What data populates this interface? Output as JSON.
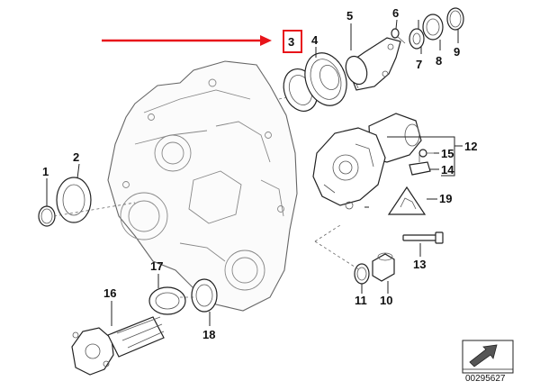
{
  "diagram": {
    "callouts": [
      {
        "id": "1",
        "label": "1"
      },
      {
        "id": "2",
        "label": "2"
      },
      {
        "id": "3",
        "label": "3"
      },
      {
        "id": "4",
        "label": "4"
      },
      {
        "id": "5",
        "label": "5"
      },
      {
        "id": "6",
        "label": "6"
      },
      {
        "id": "7",
        "label": "7"
      },
      {
        "id": "8",
        "label": "8"
      },
      {
        "id": "9",
        "label": "9"
      },
      {
        "id": "10",
        "label": "10"
      },
      {
        "id": "11",
        "label": "11"
      },
      {
        "id": "12",
        "label": "12"
      },
      {
        "id": "13",
        "label": "13"
      },
      {
        "id": "14",
        "label": "14"
      },
      {
        "id": "15",
        "label": "15"
      },
      {
        "id": "16",
        "label": "16"
      },
      {
        "id": "17",
        "label": "17"
      },
      {
        "id": "18",
        "label": "18"
      },
      {
        "id": "19",
        "label": "19"
      }
    ],
    "highlight": {
      "part": "3",
      "color": "#e8141a"
    },
    "image_code": "00295627"
  }
}
